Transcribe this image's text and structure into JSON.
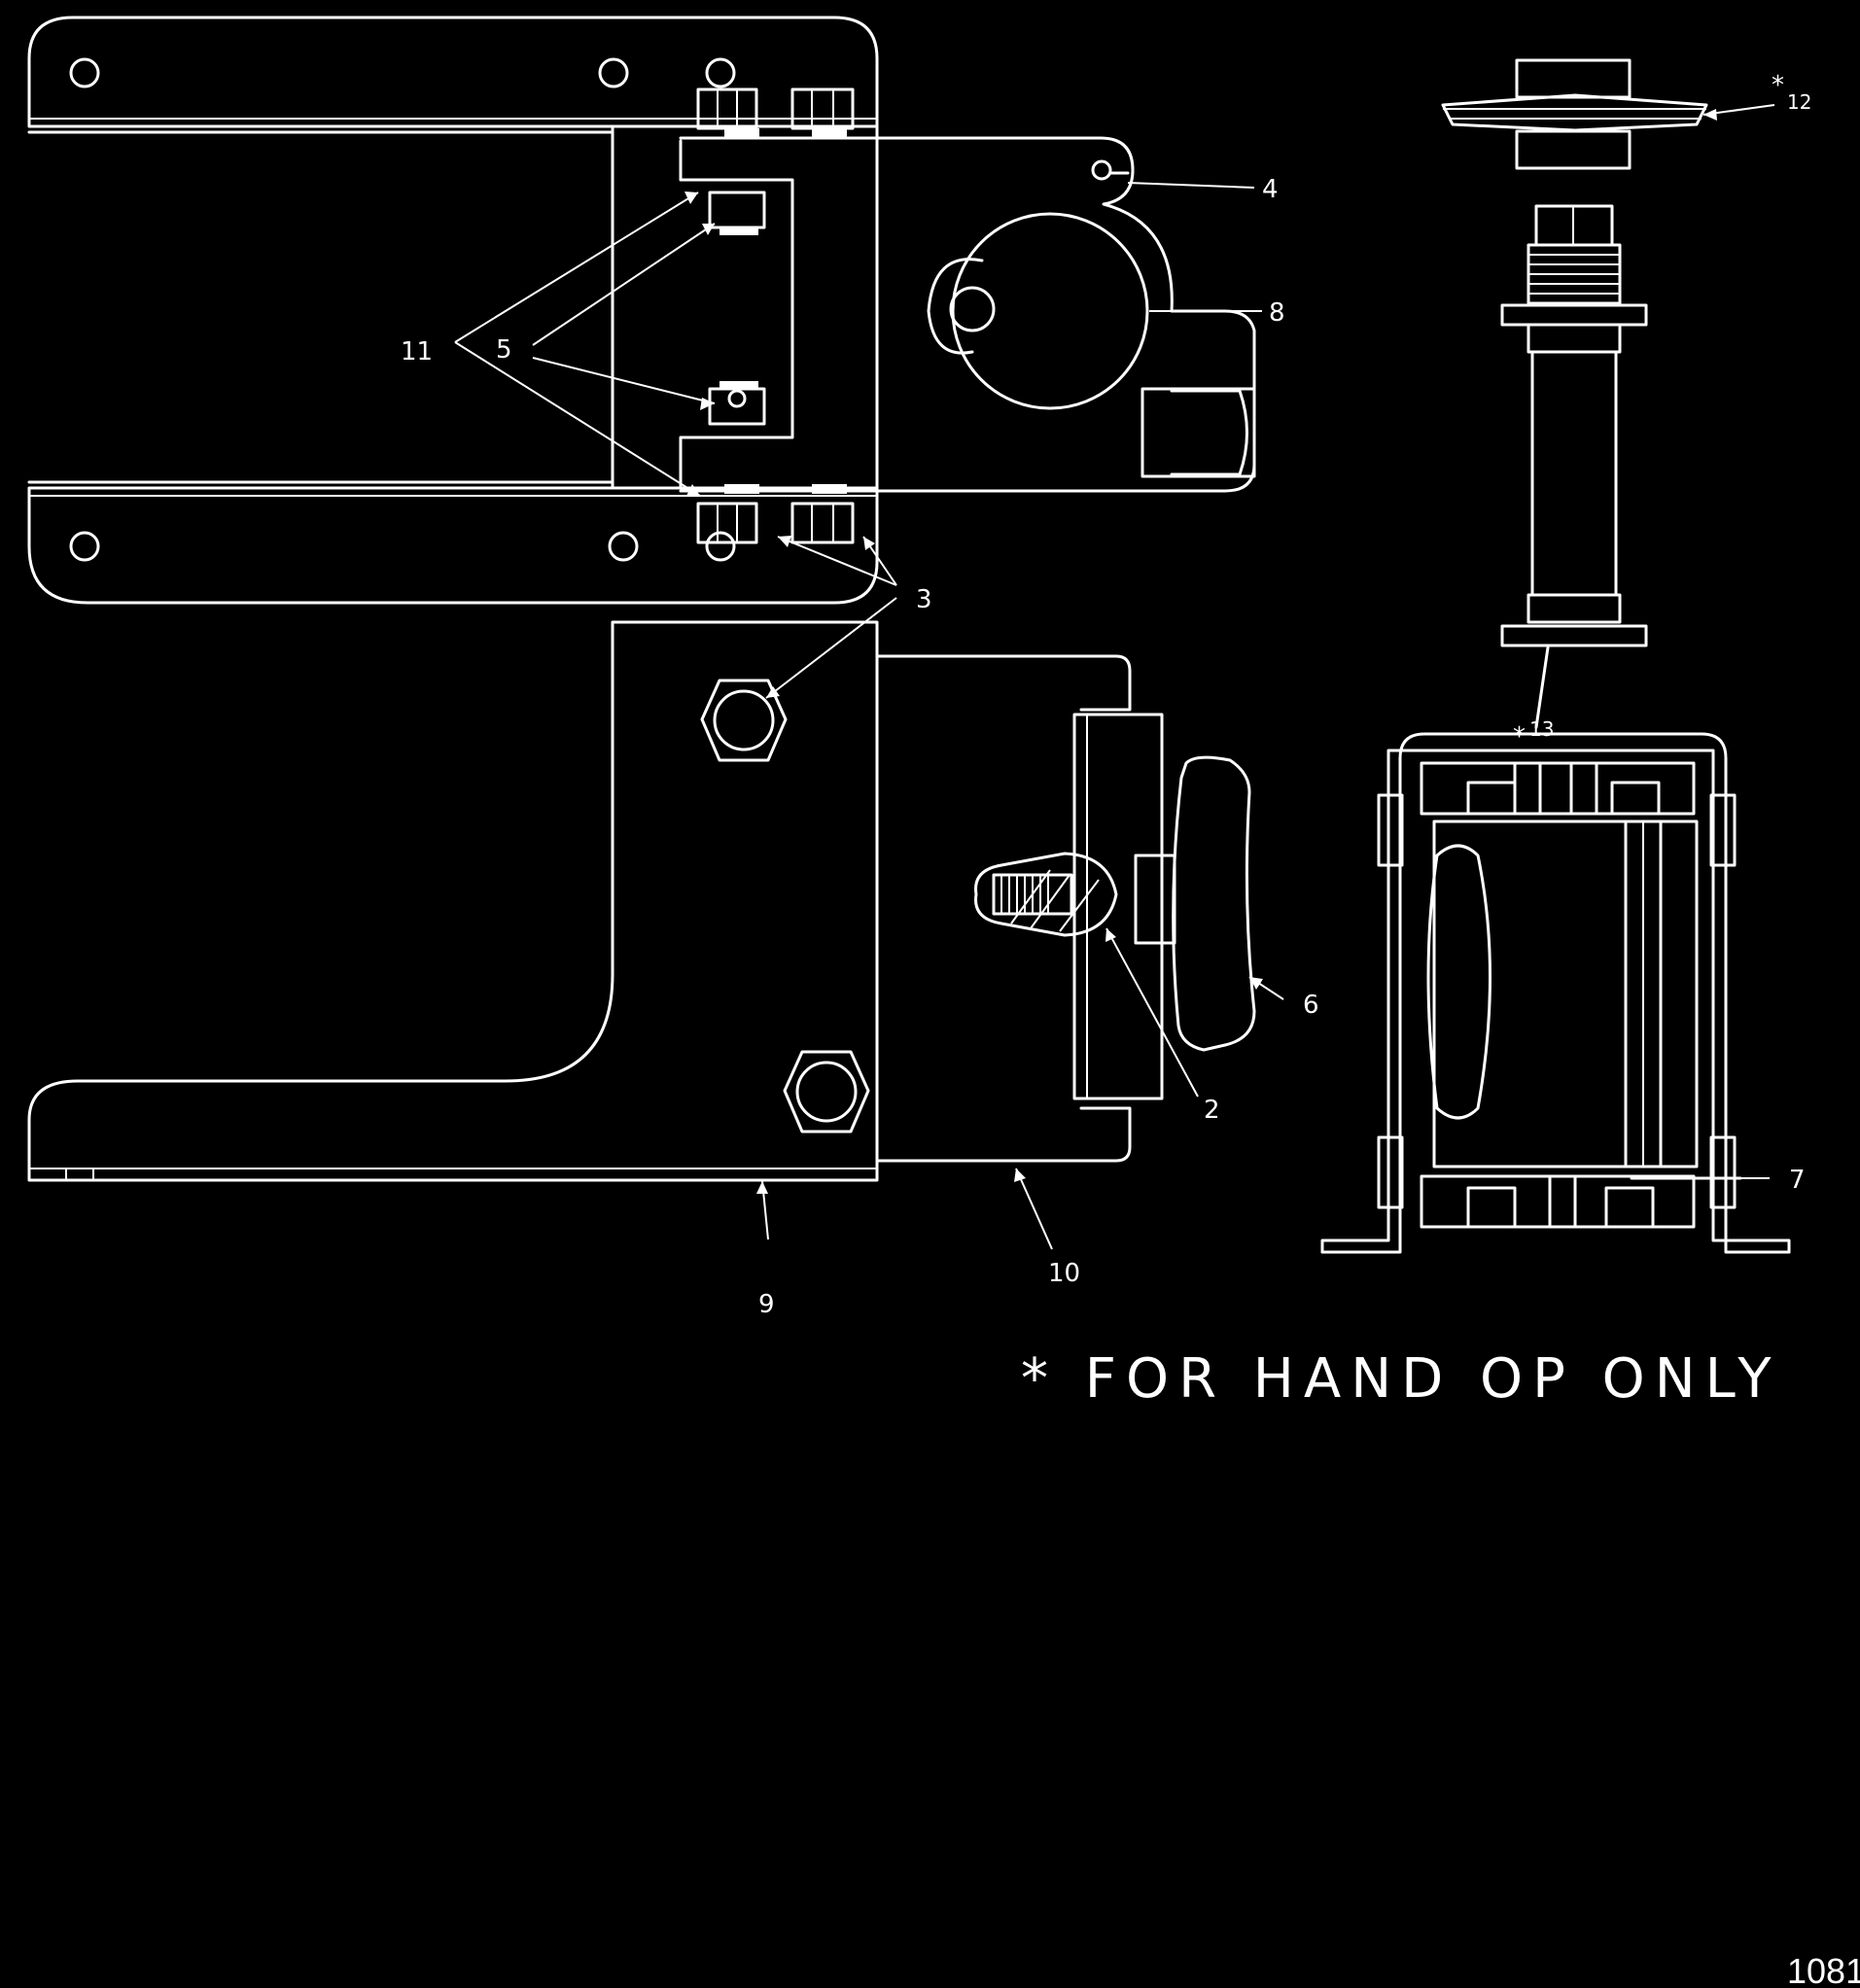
{
  "labels": {
    "p2": "2",
    "p3": "3",
    "p4": "4",
    "p5": "5",
    "p6": "6",
    "p7": "7",
    "p8": "8",
    "p9": "9",
    "p10": "10",
    "p11": "11",
    "p12": "12",
    "p13": "13",
    "asterisk": "*"
  },
  "note": "*  FOR  HAND  OP  ONLY",
  "page_number": "1081"
}
